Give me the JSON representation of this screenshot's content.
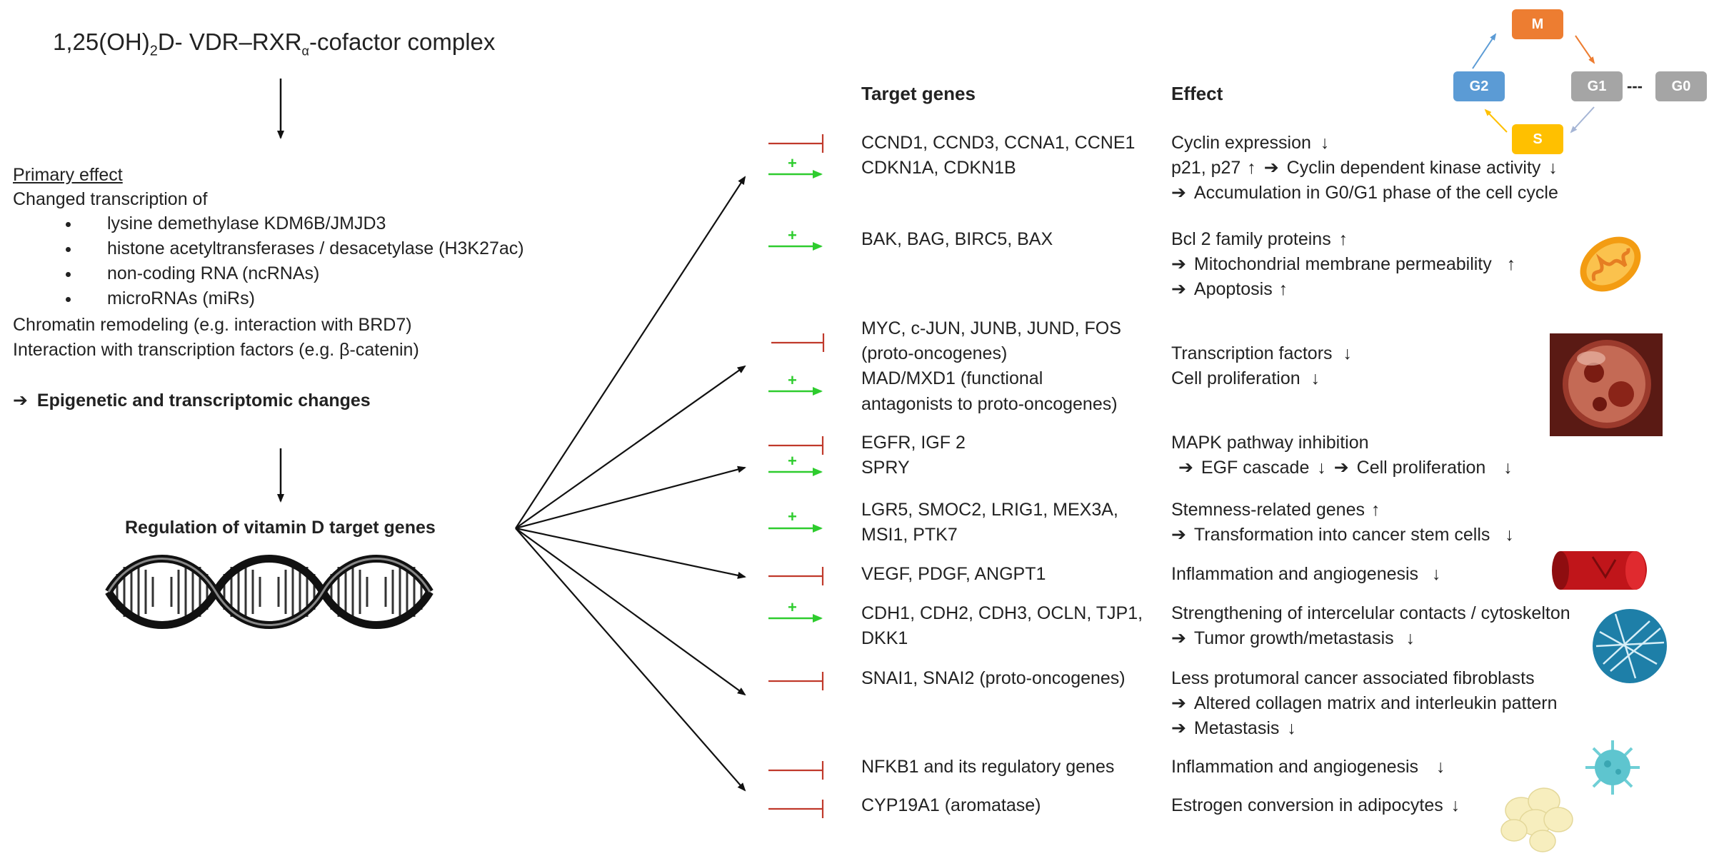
{
  "title": {
    "prefix": "1,25(OH)",
    "sub1": "2",
    "mid": "D- VDR–RXR",
    "sub2": "α",
    "suffix": "-cofactor complex"
  },
  "left": {
    "primary_effect": "Primary effect",
    "changed_transcription": "Changed transcription of",
    "bullets": [
      "lysine demethylase KDM6B/JMJD3",
      "histone acetyltransferases / desacetylase (H3K27ac)",
      "non-coding RNA (ncRNAs)",
      "microRNAs (miRs)"
    ],
    "chromatin": "Chromatin remodeling (e.g. interaction with BRD7)",
    "interaction": "Interaction with transcription factors (e.g. β-catenin)",
    "epigenetic": "Epigenetic and transcriptomic changes",
    "arrow_glyph": "➔",
    "regulation": "Regulation of vitamin D target genes"
  },
  "headers": {
    "target": "Target genes",
    "effect": "Effect"
  },
  "rows": [
    {
      "genes": [
        "CCND1, CCND3, CCNA1, CCNE1",
        "CDKN1A, CDKN1B"
      ],
      "effects": [
        "Cyclin expression",
        "p21, p27",
        "Cyclin dependent kinase activity",
        "Accumulation in G0/G1 phase of the cell cycle"
      ]
    },
    {
      "genes": [
        "BAK, BAG,  BIRC5, BAX"
      ],
      "effects": [
        "Bcl 2 family proteins",
        "Mitochondrial membrane permeability",
        "Apoptosis"
      ]
    },
    {
      "genes": [
        "MYC, c-JUN, JUNB, JUND, FOS",
        "(proto-oncogenes)",
        "MAD/MXD1 (functional",
        "antagonists to proto-oncogenes)"
      ],
      "effects": [
        "Transcription factors",
        "Cell proliferation"
      ]
    },
    {
      "genes": [
        "EGFR, IGF 2",
        "SPRY"
      ],
      "effects": [
        "MAPK pathway inhibition",
        "EGF cascade",
        "Cell proliferation"
      ]
    },
    {
      "genes": [
        "LGR5, SMOC2, LRIG1, MEX3A,",
        "MSI1, PTK7"
      ],
      "effects": [
        "Stemness-related genes",
        "Transformation into cancer stem cells"
      ]
    },
    {
      "genes": [
        "VEGF, PDGF, ANGPT1"
      ],
      "effects": [
        "Inflammation and angiogenesis"
      ]
    },
    {
      "genes": [
        "CDH1, CDH2, CDH3, OCLN, TJP1,",
        "DKK1"
      ],
      "effects": [
        "Strengthening of intercelular contacts / cytoskelton",
        "Tumor growth/metastasis"
      ]
    },
    {
      "genes": [
        "SNAI1, SNAI2 (proto-oncogenes)"
      ],
      "effects": [
        "Less protumoral cancer associated fibroblasts",
        "Altered collagen matrix and interleukin pattern",
        "Metastasis"
      ]
    },
    {
      "genes": [
        "NFKB1 and its regulatory genes"
      ],
      "effects": [
        "Inflammation and angiogenesis"
      ]
    },
    {
      "genes": [
        "CYP19A1 (aromatase)"
      ],
      "effects": [
        "Estrogen conversion in adipocytes"
      ]
    }
  ],
  "symbols": {
    "plus": "+",
    "up": "↑",
    "down": "↓",
    "arrow": "➔"
  },
  "cell_cycle": {
    "m": "M",
    "g1": "G1",
    "g0": "G0",
    "g2": "G2",
    "s": "S",
    "dash": "---"
  },
  "colors": {
    "activation": "#2ecc2e",
    "inhibition": "#c0392b",
    "phase_m": "#ed7d31",
    "phase_g2": "#5b9bd5",
    "phase_s": "#ffc000",
    "phase_g1": "#a5a5a5"
  }
}
